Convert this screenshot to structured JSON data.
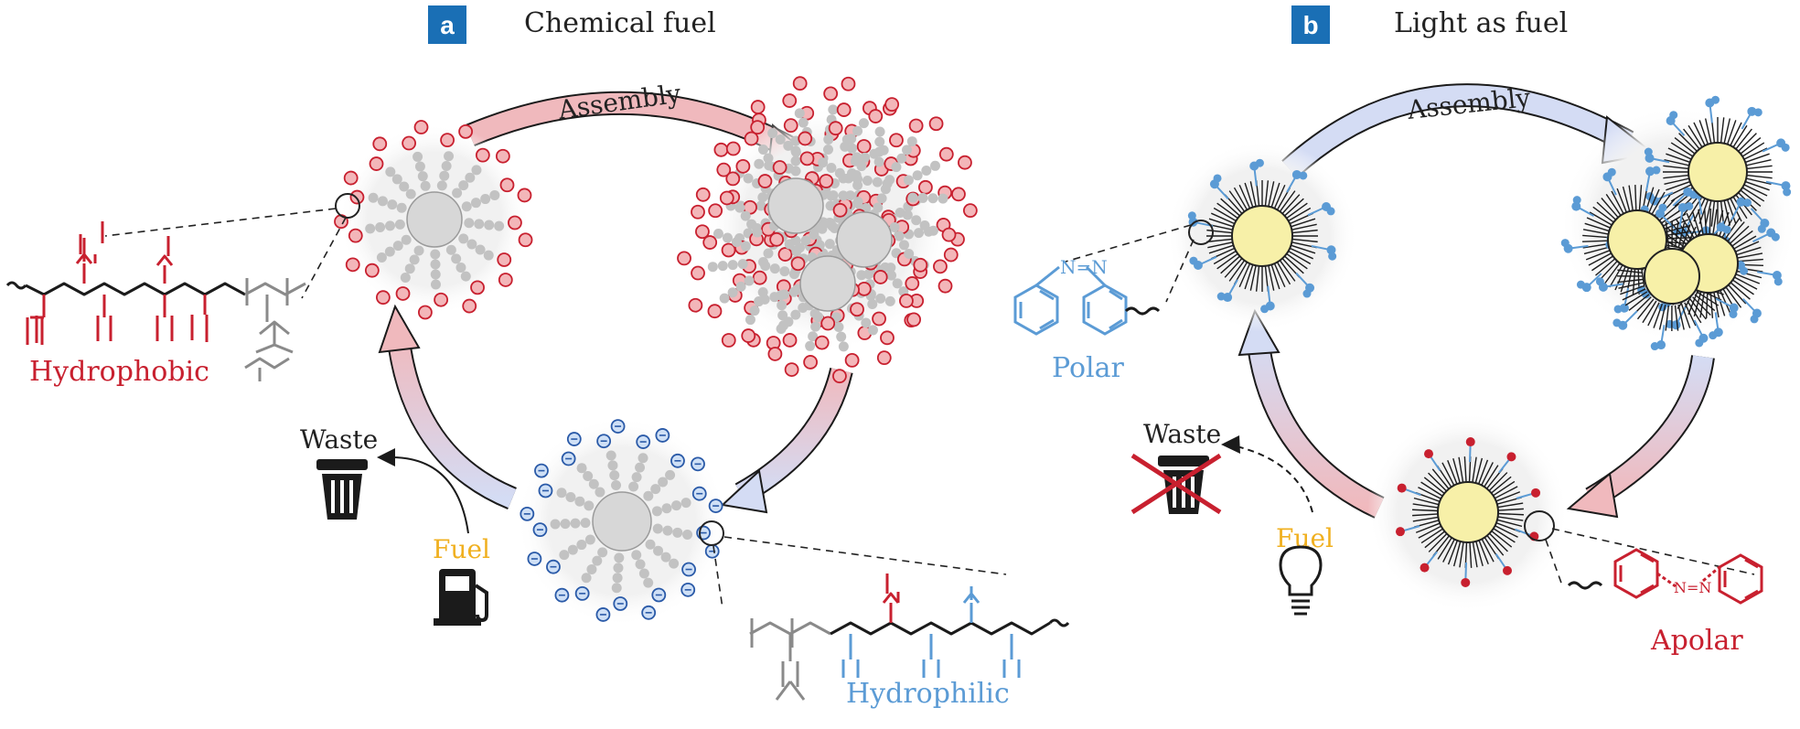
{
  "panel_a": {
    "badge": "a",
    "title": "Chemical fuel",
    "assembly_label": "Assembly",
    "hydrophobic_label": "Hydrophobic",
    "hydrophilic_label": "Hydrophilic",
    "waste_label": "Waste",
    "fuel_label": "Fuel"
  },
  "panel_b": {
    "badge": "b",
    "title": "Light as fuel",
    "assembly_label": "Assembly",
    "polar_label": "Polar",
    "apolar_label": "Apolar",
    "waste_label": "Waste",
    "fuel_label": "Fuel",
    "azo_label": "N=N"
  },
  "colors": {
    "badge": "#1a6fb5",
    "red": "#c8202f",
    "red_fill": "#f3b6b9",
    "blue": "#5b9bd5",
    "blue_dark": "#2a5aa8",
    "gray": "#9a9a9a",
    "core_gray": "#d7d7d7",
    "core_yellow": "#f7f0a8",
    "fuel_yellow": "#f0b020",
    "arrow_pink": "#f0b9bd",
    "arrow_blue": "#d4dcf4"
  }
}
